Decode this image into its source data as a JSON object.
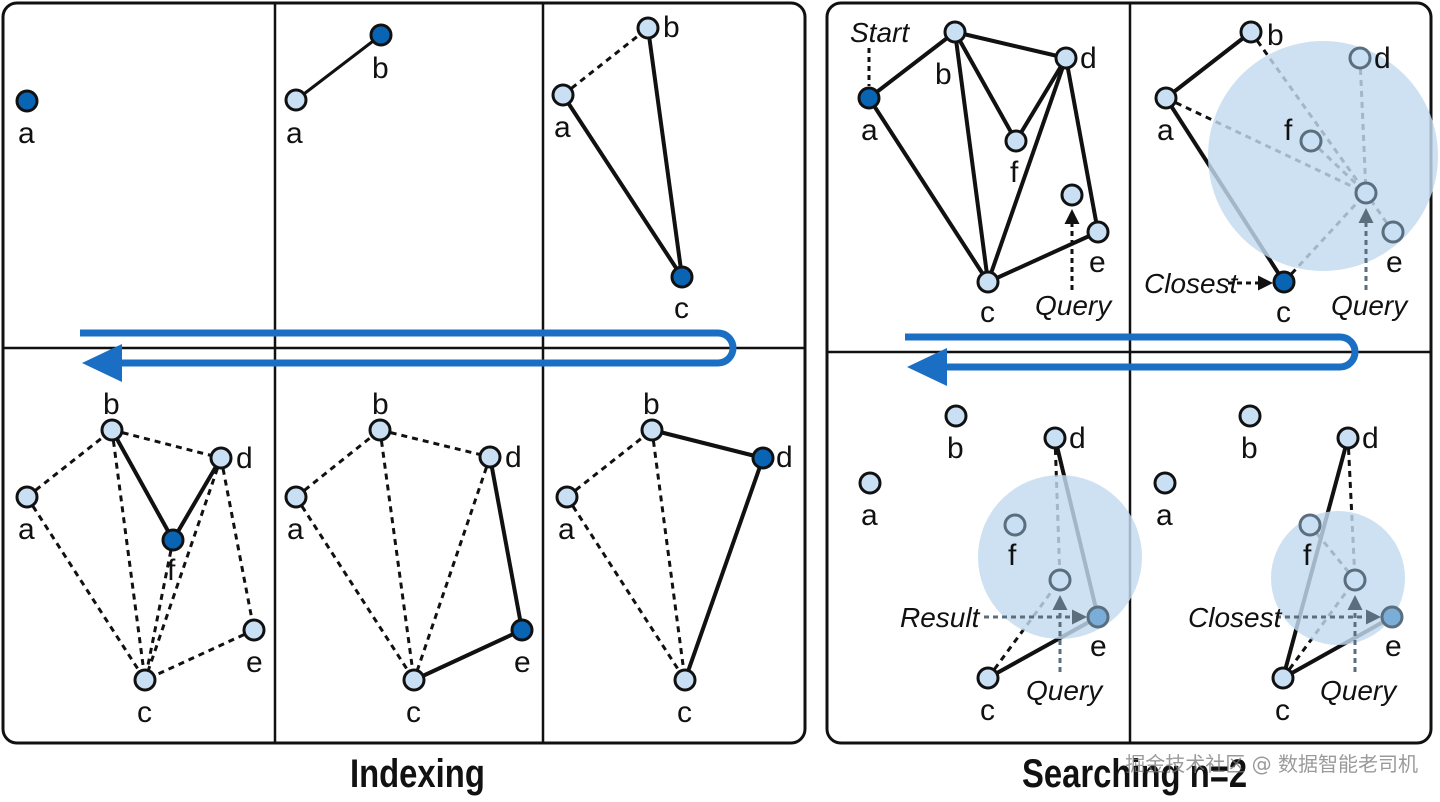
{
  "colors": {
    "node_fill": "#c9dff4",
    "node_active": "#0a64b4",
    "arrow_blue": "#1a6fc4",
    "radius_fill": "#c2dbef",
    "edge": "#111111"
  },
  "captions": {
    "indexing": "Indexing",
    "searching": "Searching n=2"
  },
  "watermark": "掘金技术社区 @ 数据智能老司机",
  "labels": {
    "start": "Start",
    "query": "Query",
    "closest": "Closest",
    "result": "Result"
  },
  "nodes": [
    "a",
    "b",
    "c",
    "d",
    "e",
    "f"
  ],
  "indexing_steps": [
    {
      "new_node": "a",
      "nodes": [
        "a"
      ]
    },
    {
      "new_node": "b",
      "nodes": [
        "a",
        "b"
      ]
    },
    {
      "new_node": "c",
      "nodes": [
        "a",
        "b",
        "c"
      ]
    },
    {
      "new_node": "d",
      "nodes": [
        "a",
        "b",
        "c",
        "d"
      ]
    },
    {
      "new_node": "e",
      "nodes": [
        "a",
        "b",
        "c",
        "d",
        "e"
      ]
    },
    {
      "new_node": "f",
      "nodes": [
        "a",
        "b",
        "c",
        "d",
        "e",
        "f"
      ]
    }
  ],
  "searching_steps": [
    {
      "step": 1,
      "note": "Start at a"
    },
    {
      "step": 2,
      "note": "Closest c"
    },
    {
      "step": 3,
      "note": "Closest e"
    },
    {
      "step": 4,
      "note": "Result e"
    }
  ]
}
